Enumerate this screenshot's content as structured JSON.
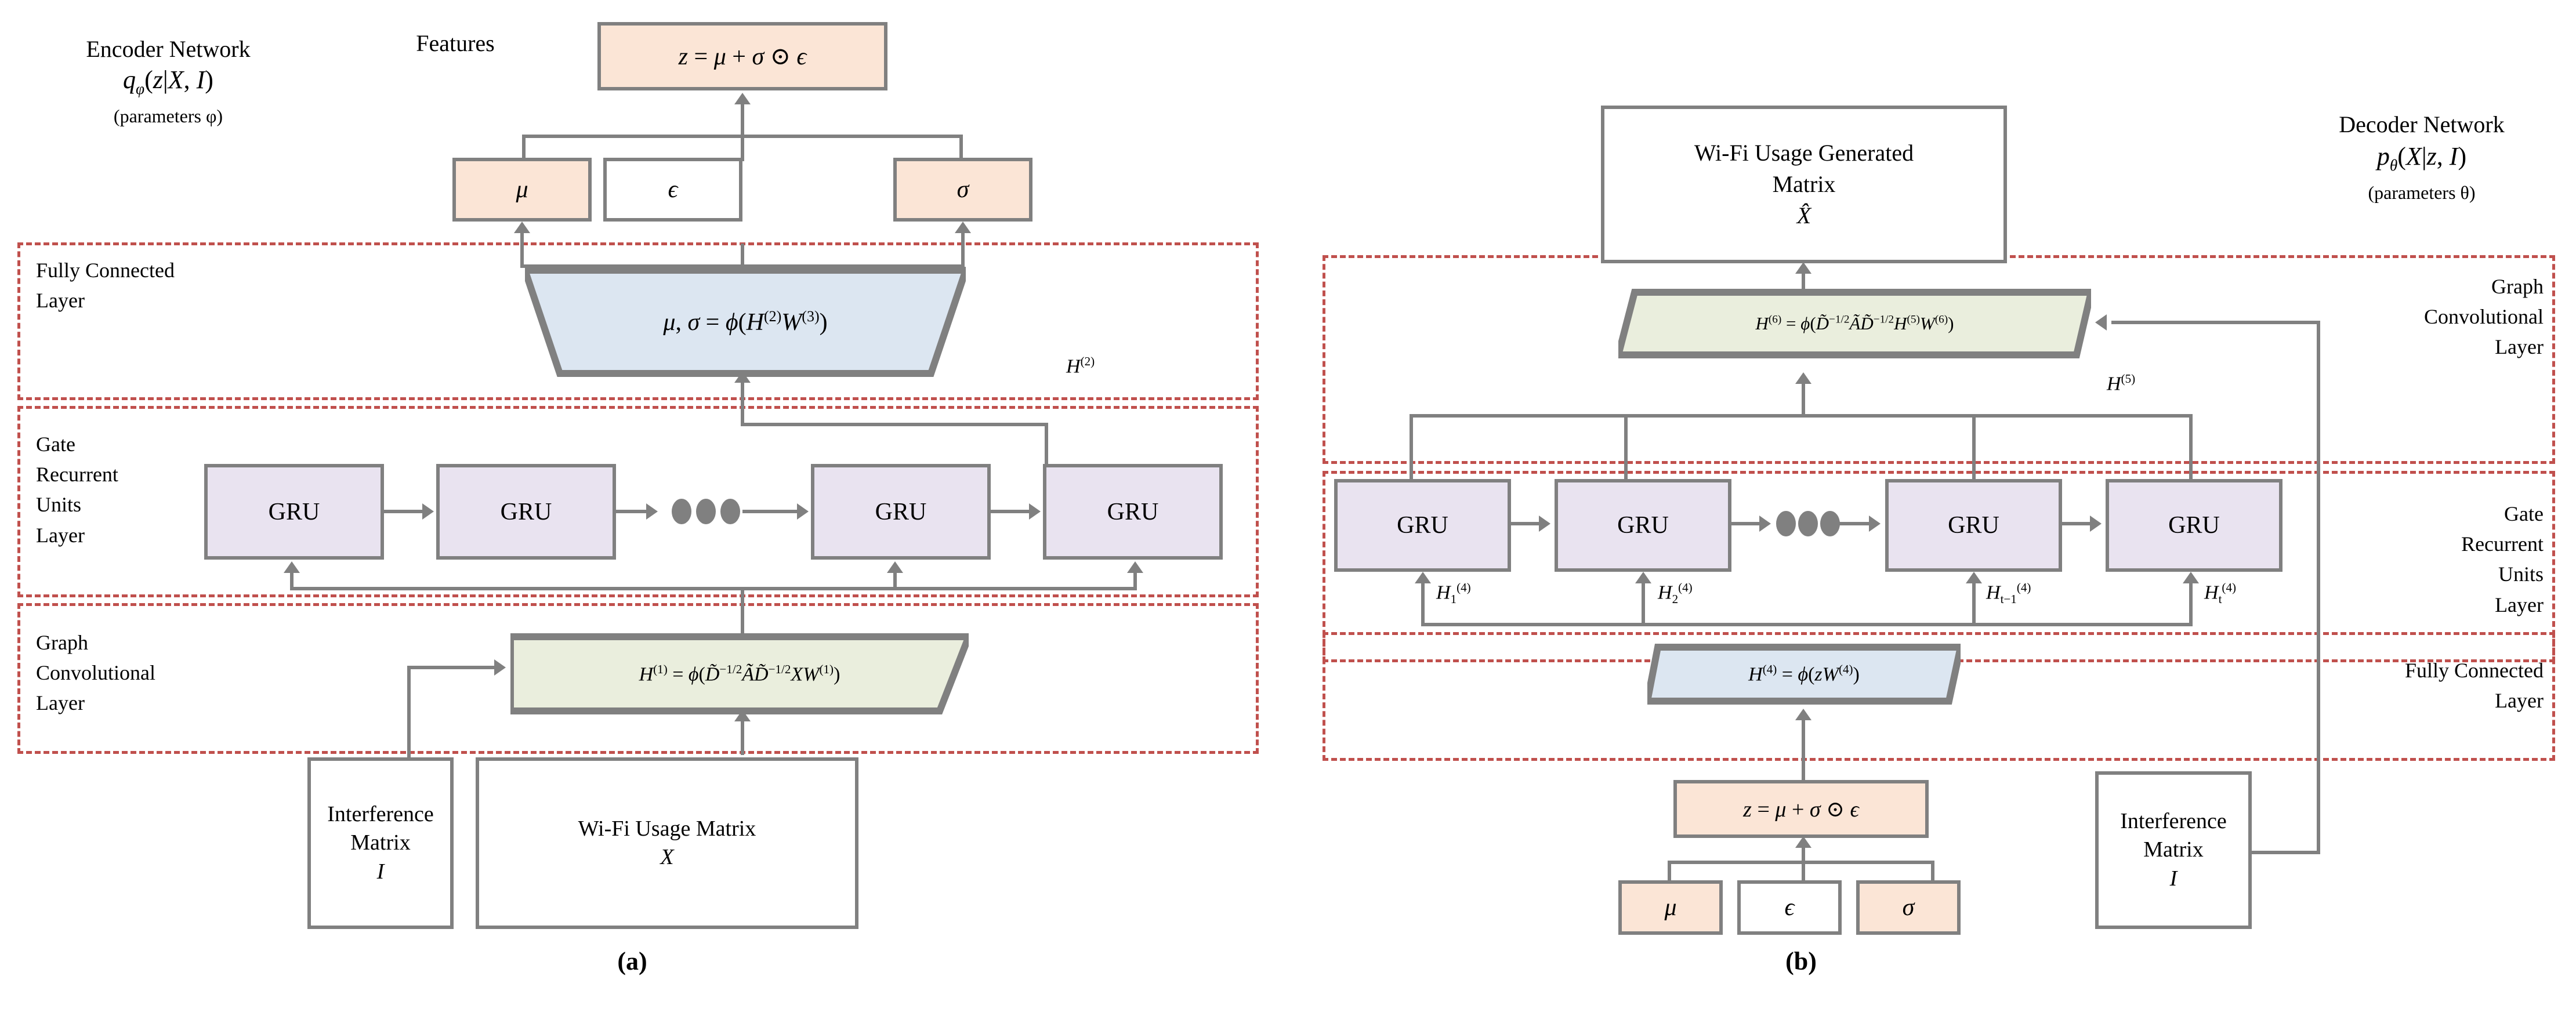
{
  "figure": {
    "caption_a": "(a)",
    "caption_b": "(b)"
  },
  "panel_a": {
    "network_title": "Encoder Network",
    "network_formula": "qφ(z|X, I)",
    "network_params": "(parameters φ)",
    "features_label": "Features",
    "z_box": "z = μ + σ ⊙ ϵ",
    "mu_box": "μ",
    "eps_box": "ϵ",
    "sigma_box": "σ",
    "fc_layer_label": "Fully Connected\nLayer",
    "fc_formula": "μ, σ = ϕ(H(2)W(3))",
    "h2_label": "H(2)",
    "gru_layer_label": "Gate\nRecurrent\nUnits\nLayer",
    "gru_boxes": [
      "GRU",
      "GRU",
      "GRU",
      "GRU"
    ],
    "gcn_layer_label": "Graph\nConvolutional\nLayer",
    "gcn_formula": "H(1) = ϕ(D̃⁻¹ᐟ² Ã D̃⁻¹ᐟ² X W(1))",
    "interference_matrix": "Interference\nMatrix",
    "interference_symbol": "I",
    "usage_matrix": "Wi-Fi Usage Matrix",
    "usage_symbol": "X"
  },
  "panel_b": {
    "network_title": "Decoder Network",
    "network_formula": "pθ(X|z, I)",
    "network_params": "(parameters θ)",
    "output_box": "Wi-Fi Usage Generated\nMatrix",
    "output_symbol": "X̂",
    "gcn_layer_label": "Graph\nConvolutional\nLayer",
    "gcn_formula": "H(6) = ϕ(D̃⁻¹ᐟ² Ã D̃⁻¹ᐟ² H(5) W(6))",
    "h5_label": "H(5)",
    "gru_layer_label": "Gate\nRecurrent\nUnits\nLayer",
    "gru_boxes": [
      "GRU",
      "GRU",
      "GRU",
      "GRU"
    ],
    "gru_state_labels": [
      "H1(4)",
      "H2(4)",
      "Ht-1(4)",
      "Ht(4)"
    ],
    "fc_layer_label": "Fully Connected\nLayer",
    "fc_formula": "H(4) = ϕ(zW(4))",
    "z_box": "z = μ + σ ⊙ ϵ",
    "mu_box": "μ",
    "eps_box": "ϵ",
    "sigma_box": "σ",
    "interference_matrix": "Interference\nMatrix",
    "interference_symbol": "I"
  },
  "colors": {
    "orange_fill": "#fbe5d6",
    "purple_fill": "#e9e3f0",
    "blue_fill": "#dce6f1",
    "green_fill": "#eaeedd",
    "stroke_gray": "#808080",
    "dashed_red": "#c0504d"
  }
}
